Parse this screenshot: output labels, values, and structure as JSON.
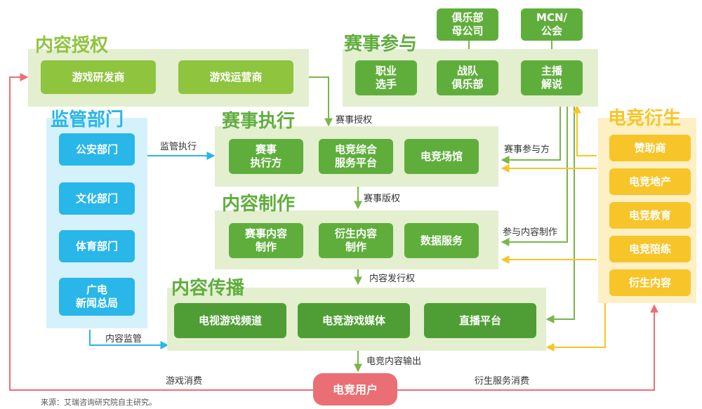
{
  "colors": {
    "green_panel": "#e3efcf",
    "green_title": "#8fc43f",
    "green_dark": "#5fae3c",
    "blue_panel": "#d5f1fb",
    "blue_title": "#29b6e8",
    "yellow_panel": "#fdf0c4",
    "yellow_title": "#f7c52a",
    "red": "#ea6f74"
  },
  "sections": {
    "license": {
      "title": "内容授权",
      "items": [
        "游戏研发商",
        "游戏运营商"
      ]
    },
    "event": {
      "title": "赛事参与",
      "items": [
        "职业\n选手",
        "战队\n俱乐部",
        "主播\n解说"
      ],
      "parents": [
        "俱乐部\n母公司",
        "MCN/\n公会"
      ]
    },
    "regulator": {
      "title": "监管部门",
      "items": [
        "公安部门",
        "文化部门",
        "体育部门",
        "广电\n新闻总局"
      ]
    },
    "execution": {
      "title": "赛事执行",
      "items": [
        "赛事\n执行方",
        "电竞综合\n服务平台",
        "电竞场馆"
      ]
    },
    "production": {
      "title": "内容制作",
      "items": [
        "赛事内容\n制作",
        "衍生内容\n制作",
        "数据服务"
      ]
    },
    "distribution": {
      "title": "内容传播",
      "items": [
        "电视游戏频道",
        "电竞游戏媒体",
        "直播平台"
      ]
    },
    "derivative": {
      "title": "电竞衍生",
      "items": [
        "赞助商",
        "电竞地产",
        "电竞教育",
        "电竞陪练",
        "衍生内容"
      ]
    },
    "user": {
      "label": "电竞用户"
    }
  },
  "labels": {
    "event_license": "赛事授权",
    "regulate_exec": "监管执行",
    "event_participant": "赛事参与方",
    "event_copyright": "赛事版权",
    "participate_production": "参与内容制作",
    "distribution_rights": "内容发行权",
    "content_supervision": "内容监管",
    "content_output": "电竞内容输出",
    "game_consumption": "游戏消费",
    "derivative_consumption": "衍生服务消费"
  },
  "source": "来源：艾瑞咨询研究院自主研究。"
}
